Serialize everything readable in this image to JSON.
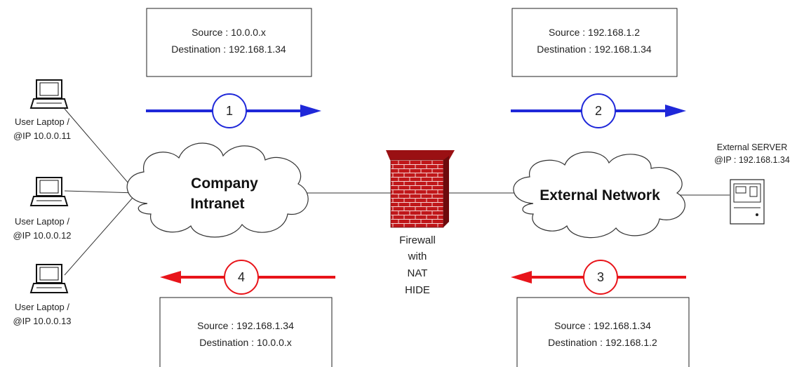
{
  "colors": {
    "outbound_arrow": "#1f28d9",
    "return_arrow": "#e8141a",
    "lines": "#333333",
    "brick": "#c0171a",
    "cloud_fill": "#ffffff"
  },
  "packets": {
    "p1": {
      "source": "Source : 10.0.0.x",
      "destination": "Destination : 192.168.1.34"
    },
    "p2": {
      "source": "Source : 192.168.1.2",
      "destination": "Destination : 192.168.1.34"
    },
    "p3": {
      "source": "Source : 192.168.1.34",
      "destination": "Destination : 192.168.1.2"
    },
    "p4": {
      "source": "Source : 192.168.1.34",
      "destination": "Destination : 10.0.0.x"
    }
  },
  "steps": {
    "s1": "1",
    "s2": "2",
    "s3": "3",
    "s4": "4"
  },
  "laptops": [
    {
      "line1": "User Laptop /",
      "line2": "@IP 10.0.0.11",
      "icon": "laptop-icon"
    },
    {
      "line1": "User Laptop /",
      "line2": "@IP 10.0.0.12",
      "icon": "laptop-icon"
    },
    {
      "line1": "User Laptop /",
      "line2": "@IP 10.0.0.13",
      "icon": "laptop-icon"
    }
  ],
  "clouds": {
    "intranet": {
      "line1": "Company",
      "line2": "Intranet"
    },
    "external": {
      "line1": "External Network"
    }
  },
  "firewall": {
    "icon": "firewall-brick-wall-icon",
    "line1": "Firewall",
    "line2": "with",
    "line3": "NAT",
    "line4": "HIDE"
  },
  "server": {
    "icon": "server-icon",
    "line1": "External SERVER",
    "line2": "@IP : 192.168.1.34"
  }
}
